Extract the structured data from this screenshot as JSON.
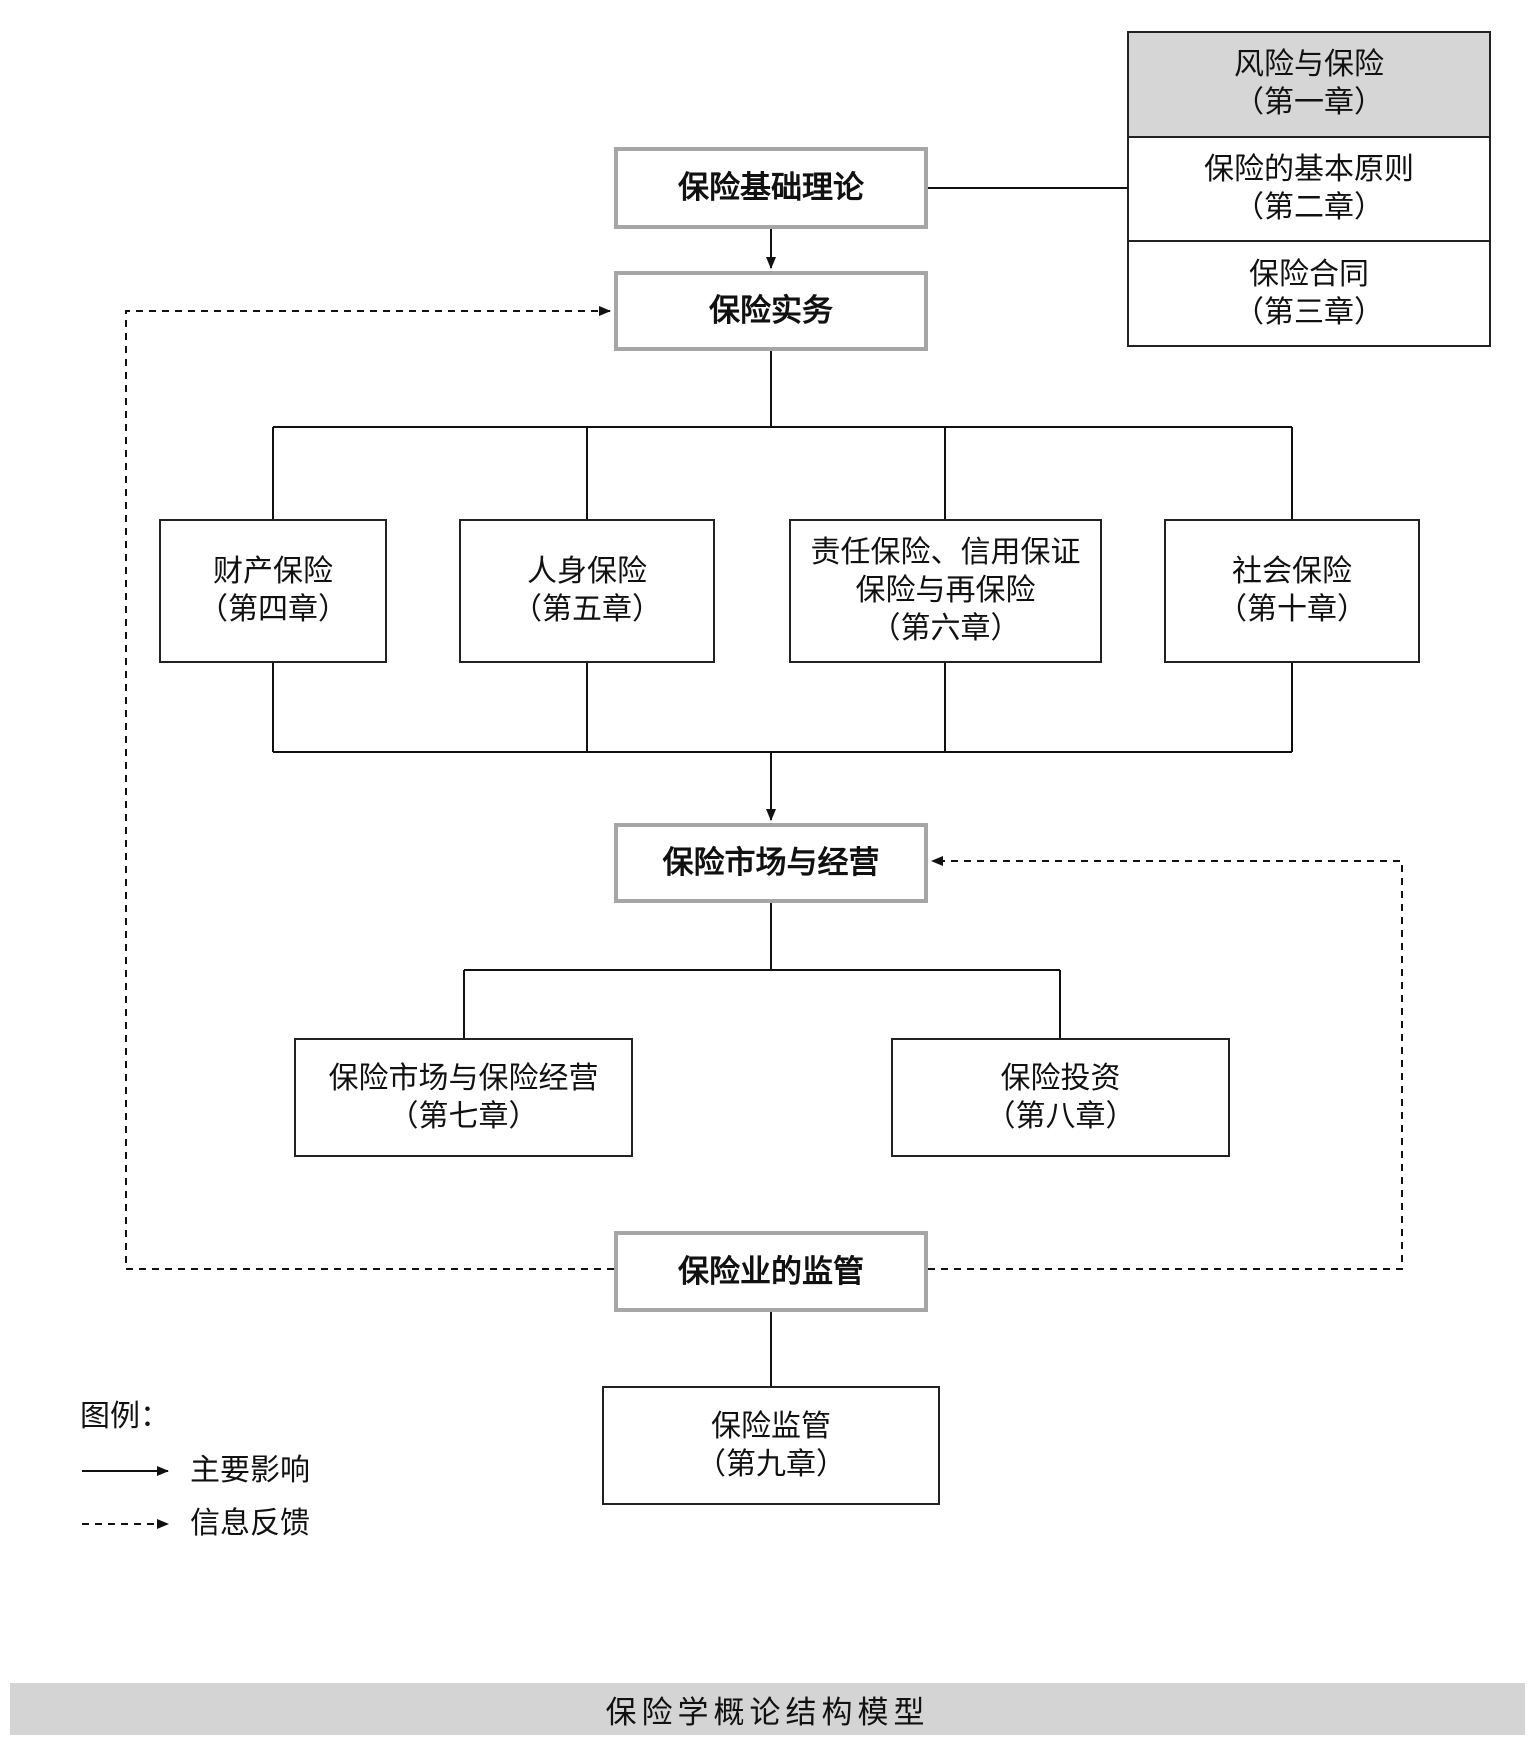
{
  "nodes": {
    "foundation": {
      "title": "保险基础理论"
    },
    "practice": {
      "title": "保险实务"
    },
    "market": {
      "title": "保险市场与经营"
    },
    "supervision": {
      "title": "保险业的监管"
    }
  },
  "theory_chapters": [
    {
      "lines": [
        "风险与保险",
        "（第一章）"
      ],
      "fill": "#d6d6d6"
    },
    {
      "lines": [
        "保险的基本原则",
        "（第二章）"
      ],
      "fill": "#ffffff"
    },
    {
      "lines": [
        "保险合同",
        "（第三章）"
      ],
      "fill": "#ffffff"
    }
  ],
  "practice_chapters": [
    {
      "lines": [
        "财产保险",
        "（第四章）"
      ]
    },
    {
      "lines": [
        "人身保险",
        "（第五章）"
      ]
    },
    {
      "lines": [
        "责任保险、信用保证",
        "保险与再保险",
        "（第六章）"
      ]
    },
    {
      "lines": [
        "社会保险",
        "（第十章）"
      ]
    }
  ],
  "market_chapters": [
    {
      "lines": [
        "保险市场与保险经营",
        "（第七章）"
      ]
    },
    {
      "lines": [
        "保险投资",
        "（第八章）"
      ]
    }
  ],
  "supervision_chapter": {
    "lines": [
      "保险监管",
      "（第九章）"
    ]
  },
  "legend": {
    "title": "图例：",
    "solid_label": "主要影响",
    "dashed_label": "信息反馈"
  },
  "caption": "保险学概论结构模型",
  "colors": {
    "line": "#111111",
    "major_border": "#a6a6a6",
    "caption_bg": "#d4d4d4",
    "header_fill": "#d6d6d6"
  }
}
